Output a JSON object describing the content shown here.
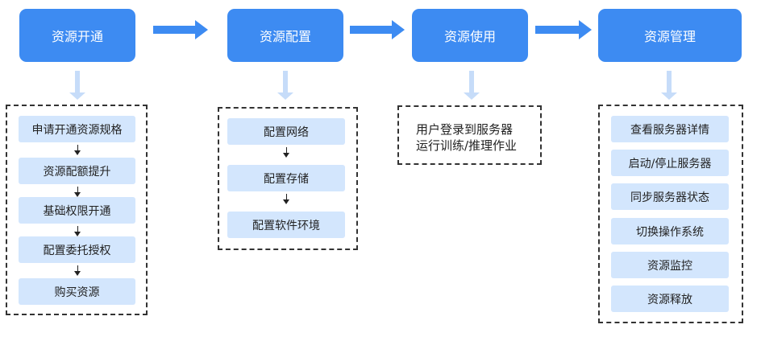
{
  "colors": {
    "stage_fill": "#3d8bf2",
    "step_fill": "#d3e6fd",
    "down_arrow": "#c6dcf9",
    "dashed_border": "#333333"
  },
  "stages": [
    {
      "title": "资源开通",
      "steps": [
        "申请开通资源规格",
        "资源配额提升",
        "基础权限开通",
        "配置委托授权",
        "购买资源"
      ]
    },
    {
      "title": "资源配置",
      "steps": [
        "配置网络",
        "配置存储",
        "配置软件环境"
      ]
    },
    {
      "title": "资源使用",
      "note_lines": [
        "用户登录到服务器",
        "运行训练/推理作业"
      ]
    },
    {
      "title": "资源管理",
      "steps": [
        "查看服务器详情",
        "启动/停止服务器",
        "同步服务器状态",
        "切换操作系统",
        "资源监控",
        "资源释放"
      ]
    }
  ]
}
